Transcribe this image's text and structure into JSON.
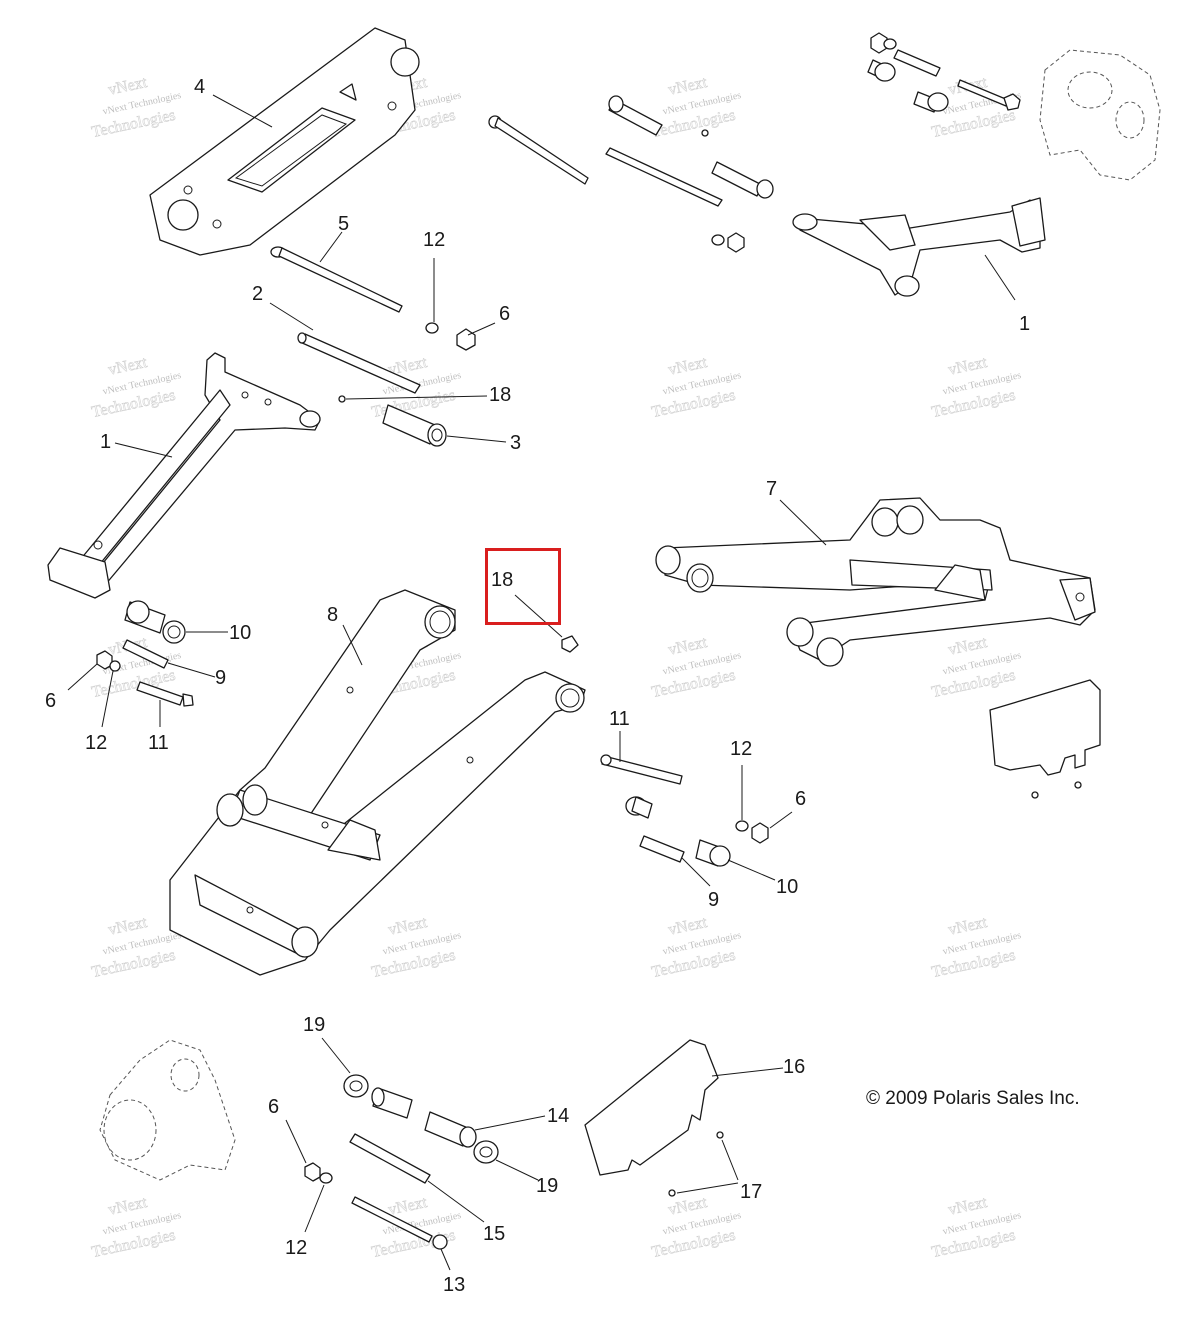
{
  "diagram": {
    "copyright": "© 2009 Polaris Sales Inc.",
    "highlight_color": "#d91e1e",
    "watermark": {
      "line1": "vNext",
      "line2": "vNext Technologies",
      "line3": "Technologies"
    },
    "callouts": {
      "c4": "4",
      "c5": "5",
      "c12a": "12",
      "c6a": "6",
      "c2": "2",
      "c18a": "18",
      "c3": "3",
      "c1a": "1",
      "c1b": "1",
      "c7": "7",
      "c18b": "18",
      "c8": "8",
      "c10a": "10",
      "c9a": "9",
      "c6b": "6",
      "c12b": "12",
      "c11a": "11",
      "c11b": "11",
      "c12c": "12",
      "c6c": "6",
      "c9b": "9",
      "c10b": "10",
      "c19a": "19",
      "c16": "16",
      "c6d": "6",
      "c14": "14",
      "c19b": "19",
      "c17": "17",
      "c12d": "12",
      "c15": "15",
      "c13": "13"
    }
  }
}
